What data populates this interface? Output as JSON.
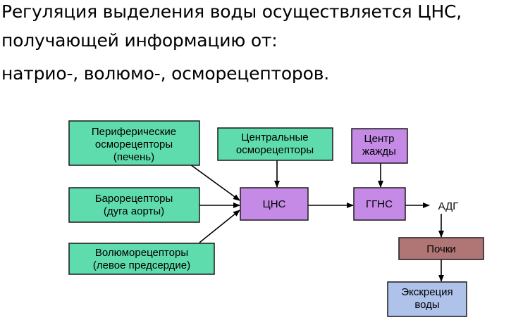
{
  "header": {
    "line1": "Регуляция выделения воды осуществляется ЦНС,",
    "line2": "получающей информацию от:",
    "line3": "натрио-, волюмо-, осморецепторов."
  },
  "diagram": {
    "nodes": {
      "peripheral": {
        "lines": [
          "Периферические",
          "осморецепторы",
          "(печень)"
        ],
        "color": "#5fdcae"
      },
      "baro": {
        "lines": [
          "Барорецепторы",
          "(дуга аорты)"
        ],
        "color": "#5fdcae"
      },
      "volumo": {
        "lines": [
          "Волюморецепторы",
          "(левое предсердие)"
        ],
        "color": "#5fdcae"
      },
      "central": {
        "lines": [
          "Центральные",
          "осморецепторы"
        ],
        "color": "#5fdcae"
      },
      "cns": {
        "lines": [
          "ЦНС"
        ],
        "color": "#c58ae6"
      },
      "thirst": {
        "lines": [
          "Центр",
          "жажды"
        ],
        "color": "#c58ae6"
      },
      "ggns": {
        "lines": [
          "ГГНС"
        ],
        "color": "#c58ae6"
      },
      "kidneys": {
        "lines": [
          "Почки"
        ],
        "color": "#b07575"
      },
      "excretion": {
        "lines": [
          "Экскреция",
          "воды"
        ],
        "color": "#aec2ea"
      }
    },
    "labels": {
      "adh": "АДГ"
    },
    "edges": [
      {
        "from": "peripheral",
        "to": "cns"
      },
      {
        "from": "baro",
        "to": "cns"
      },
      {
        "from": "volumo",
        "to": "cns"
      },
      {
        "from": "central",
        "to": "cns"
      },
      {
        "from": "cns",
        "to": "ggns"
      },
      {
        "from": "thirst",
        "to": "ggns"
      },
      {
        "from": "ggns",
        "to": "adh"
      },
      {
        "from": "adh",
        "to": "kidneys"
      },
      {
        "from": "kidneys",
        "to": "excretion"
      }
    ]
  }
}
